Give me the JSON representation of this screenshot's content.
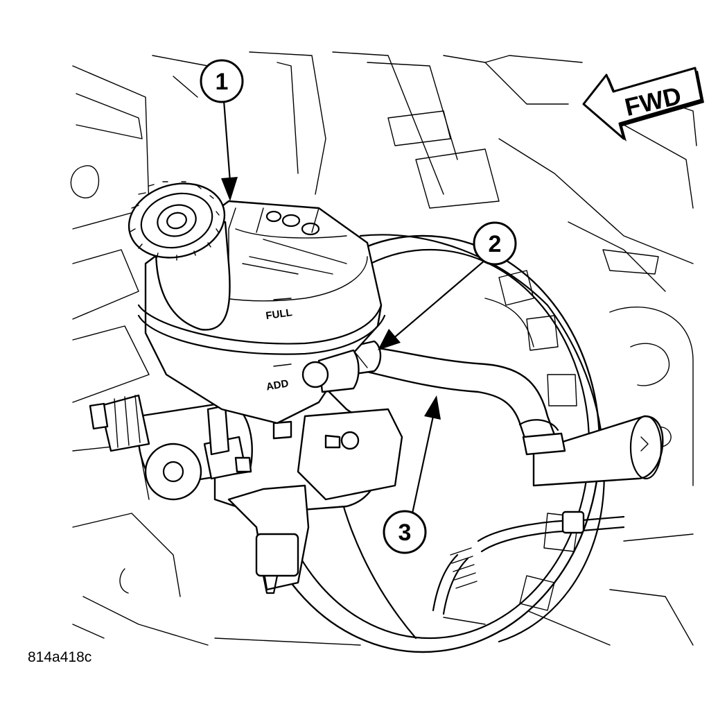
{
  "figure_id": "814a418c",
  "direction_label": "FWD",
  "callouts": [
    "1",
    "2",
    "3"
  ],
  "reservoir_labels": {
    "full": "FULL",
    "add": "ADD"
  },
  "colors": {
    "line": "#000000",
    "background": "#ffffff"
  }
}
